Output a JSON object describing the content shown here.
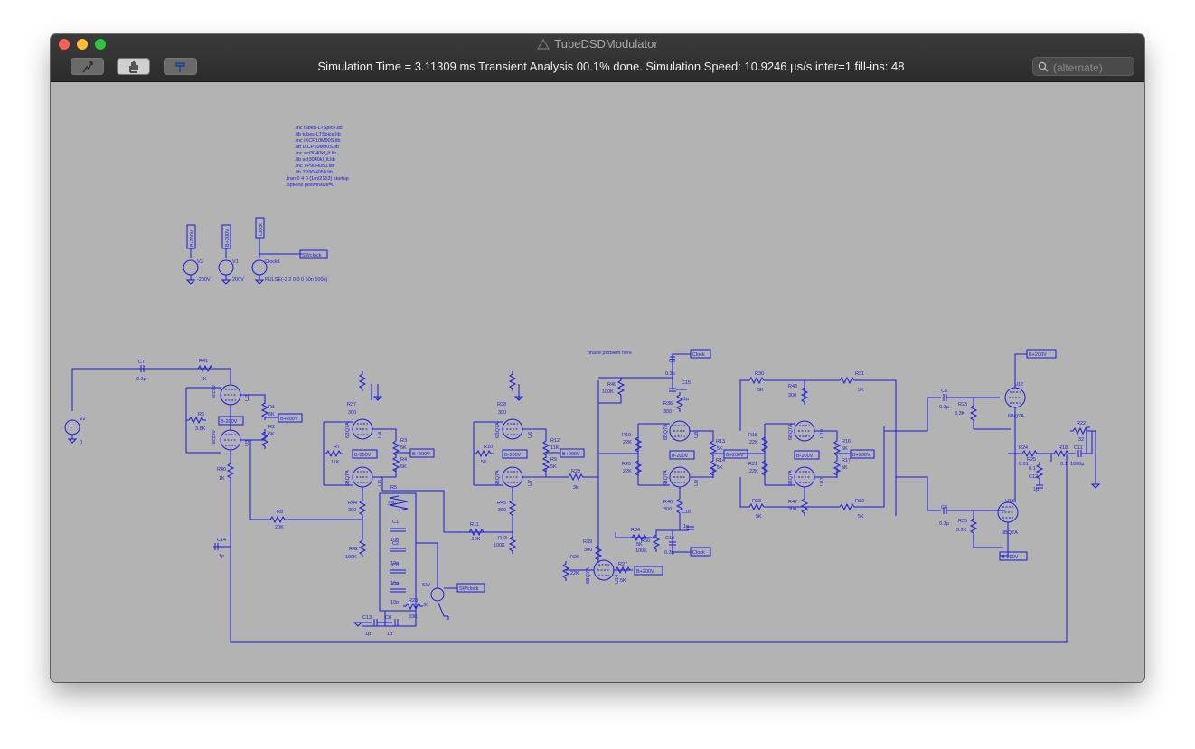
{
  "window": {
    "title": "TubeDSDModulator",
    "status": "Simulation Time = 3.11309 ms  Transient Analysis 00.1% done. Simulation Speed: 10.9246 µs/s inter=1 fill-ins: 48",
    "search_placeholder": "(alternate)",
    "toolbar": [
      {
        "icon": "run-icon"
      },
      {
        "icon": "hand-icon",
        "active": true
      },
      {
        "icon": "hammer-icon"
      }
    ]
  },
  "colors": {
    "wire": "#1a1adc",
    "canvas": "#b3b3b3",
    "titlebar": "#2f2f2f"
  },
  "schematic": {
    "directives": [
      ".inc tubea-LTSpice.lib",
      ".lib tubes-LTSpice.lib",
      ".inc IXCP10M90S.lib",
      ".lib IXCP10M90S.lib",
      ".inc sct3040kl_lt.lib",
      ".lib sct3040kl_lt.lib",
      ".inc TP90H050.lib",
      ".lib TP90H050.lib",
      "",
      ".tran 0 4 0 {1m/2153} startup",
      ".options plotwinsize=0"
    ],
    "note": "phase problem here",
    "sources": [
      {
        "ref": "V3",
        "value": "-200V",
        "net": "B-200V"
      },
      {
        "ref": "V1",
        "value": "200V",
        "net": "B+200V"
      },
      {
        "ref": "Clock1",
        "value": "PULSE(-2 2 0 0 0 50n 100n)",
        "net": "Clock"
      },
      {
        "ref": "V2",
        "value": "0"
      }
    ],
    "labels": [
      {
        "ref": "R41",
        "value": "1K"
      },
      {
        "ref": "C7",
        "value": "0.3µ"
      },
      {
        "ref": "R1",
        "value": "6K"
      },
      {
        "ref": "R2",
        "value": "6K"
      },
      {
        "ref": "R6",
        "value": "3.8K"
      },
      {
        "ref": "R40",
        "value": "1K"
      },
      {
        "ref": "R8",
        "value": "20K"
      },
      {
        "ref": "C14",
        "value": "1p"
      },
      {
        "ref": "R37",
        "value": "300"
      },
      {
        "ref": "R3",
        "value": "5K"
      },
      {
        "ref": "R4",
        "value": "5K"
      },
      {
        "ref": "R7",
        "value": "11K"
      },
      {
        "ref": "R44",
        "value": "300"
      },
      {
        "ref": "R42",
        "value": "100K"
      },
      {
        "ref": "R5",
        "value": "33k"
      },
      {
        "ref": "C1",
        "value": "10p"
      },
      {
        "ref": "C2",
        "value": "10p"
      },
      {
        "ref": "C3",
        "value": "10p"
      },
      {
        "ref": "C4",
        "value": "10p"
      },
      {
        "ref": "R28",
        "value": "33K"
      },
      {
        "ref": "C13",
        "value": "1p"
      },
      {
        "ref": "C8",
        "value": "1p"
      },
      {
        "ref": "R11",
        "value": ".15K"
      },
      {
        "ref": "R38",
        "value": "300"
      },
      {
        "ref": "R12",
        "value": "11K"
      },
      {
        "ref": "R9",
        "value": "5K"
      },
      {
        "ref": "R10",
        "value": "5K"
      },
      {
        "ref": "R29",
        "value": "3k"
      },
      {
        "ref": "R45",
        "value": "300"
      },
      {
        "ref": "R43",
        "value": "100K"
      },
      {
        "ref": "R49",
        "value": "100K"
      },
      {
        "ref": "C9",
        "value": "0.3µ"
      },
      {
        "ref": "C15",
        "value": "1p"
      },
      {
        "ref": "R36",
        "value": "300"
      },
      {
        "ref": "R19",
        "value": "22K"
      },
      {
        "ref": "R20",
        "value": "22K"
      },
      {
        "ref": "R13",
        "value": "5K"
      },
      {
        "ref": "R14",
        "value": "5K"
      },
      {
        "ref": "R46",
        "value": "300"
      },
      {
        "ref": "C16",
        "value": "1p"
      },
      {
        "ref": "C10",
        "value": "0.3µ"
      },
      {
        "ref": "R34",
        "value": "5K"
      },
      {
        "ref": "R50",
        "value": "100K"
      },
      {
        "ref": "R39",
        "value": "300"
      },
      {
        "ref": "R26",
        "value": "22K"
      },
      {
        "ref": "R27",
        "value": "5K"
      },
      {
        "ref": "R30",
        "value": "5K"
      },
      {
        "ref": "R48",
        "value": "300"
      },
      {
        "ref": "R15",
        "value": "22K"
      },
      {
        "ref": "R21",
        "value": "22K"
      },
      {
        "ref": "R16",
        "value": "5K"
      },
      {
        "ref": "R17",
        "value": "5K"
      },
      {
        "ref": "R47",
        "value": "300"
      },
      {
        "ref": "R33",
        "value": "5K"
      },
      {
        "ref": "R31",
        "value": "5K"
      },
      {
        "ref": "R32",
        "value": "5K"
      },
      {
        "ref": "C5",
        "value": "0.3µ"
      },
      {
        "ref": "R23",
        "value": "3.3K"
      },
      {
        "ref": "C6",
        "value": "0.3µ"
      },
      {
        "ref": "R35",
        "value": "3.3K"
      },
      {
        "ref": "R24",
        "value": "0.01"
      },
      {
        "ref": "R25",
        "value": "0.1"
      },
      {
        "ref": "R18",
        "value": "0.1"
      },
      {
        "ref": "C12",
        "value": "1µ"
      },
      {
        "ref": "C11",
        "value": "1000µ"
      },
      {
        "ref": "R22",
        "value": "32"
      }
    ],
    "tubes": [
      "U2",
      "U3",
      "U4",
      "U5",
      "U6",
      "U7",
      "U8",
      "U9",
      "U10",
      "U11",
      "U12",
      "U13",
      "U14"
    ],
    "tube_types": [
      "6BQ7A",
      "ecc99",
      "6BQ7A",
      "6BQ7A"
    ],
    "switch": {
      "ref": "SW",
      "id": "S1"
    },
    "net_labels": [
      "B+200V",
      "B-200V",
      "Clock",
      "SWclock"
    ]
  }
}
